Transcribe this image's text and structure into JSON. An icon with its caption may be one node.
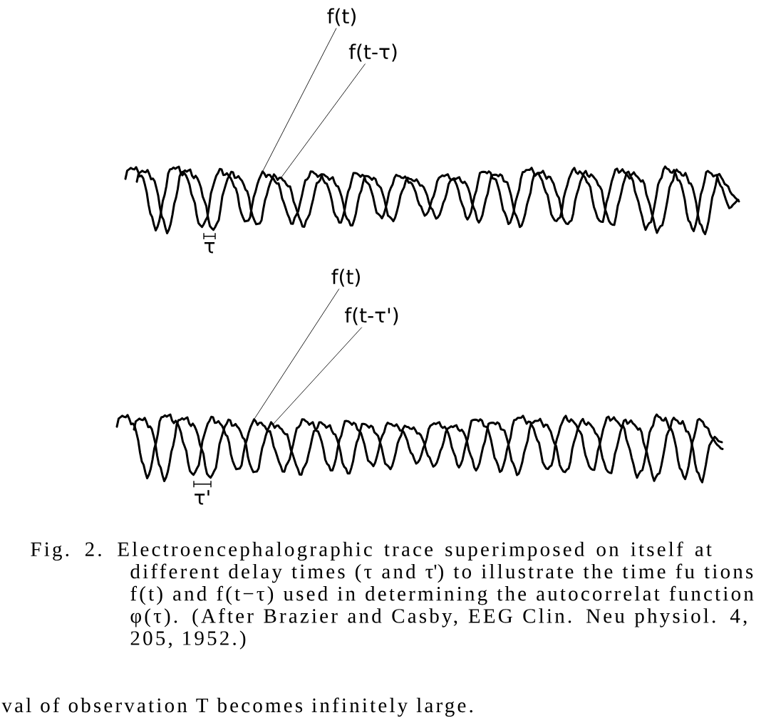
{
  "diagram": {
    "caption": "Fig. 2. Electroencephalographic trace superimposed on itself at different delay times (τ and τ') to illustrate the time fu tions f(t) and f(t−τ) used in determining the autocorrelat function φ(τ). (After Brazier and Casby, EEG Clin. Neu physiol. 4, 205, 1952.)",
    "nodes": [
      {
        "text": [
          "f(t)"
        ]
      },
      {
        "text": [
          "f(t-τ)"
        ]
      },
      {
        "text": [],
        "shape": "wave"
      },
      {
        "text": [],
        "shape": "wave"
      },
      {
        "text": [
          "f(t)"
        ]
      },
      {
        "text": [
          "f(t-τ')"
        ]
      },
      {
        "text": [],
        "shape": "wave"
      },
      {
        "text": [],
        "shape": "wave"
      }
    ],
    "edges": [
      {
        "from": 0,
        "to": 2,
        "arrow": "none"
      },
      {
        "from": 1,
        "to": 3,
        "arrow": "none"
      },
      {
        "from": 4,
        "to": 6,
        "arrow": "none"
      },
      {
        "from": 5,
        "to": 7,
        "arrow": "none"
      }
    ],
    "labels": [
      "τ",
      "τ'",
      "val of observation T becomes infinitely large."
    ]
  }
}
